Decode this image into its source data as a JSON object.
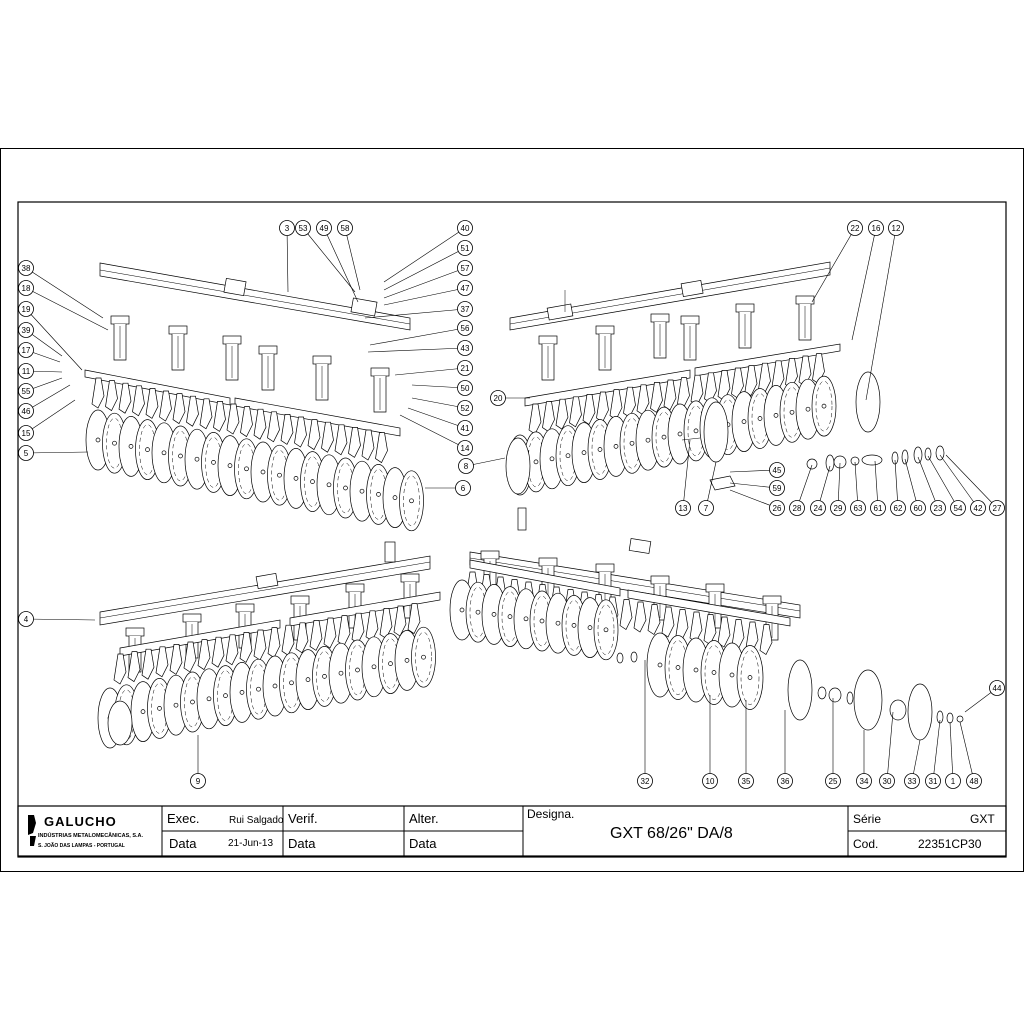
{
  "title_block": {
    "company_name": "GALUCHO",
    "company_line1": "INDÚSTRIAS METALOMECÂNICAS, S.A.",
    "company_line2": "S. JOÃO DAS LAMPAS - PORTUGAL",
    "exec_label": "Exec.",
    "exec_value": "Rui Salgado",
    "data_label_1": "Data",
    "data_value_1": "21-Jun-13",
    "verif_label": "Verif.",
    "data_label_2": "Data",
    "alter_label": "Alter.",
    "data_label_3": "Data",
    "designa_label": "Designa.",
    "designation": "GXT 68/26\" DA/8",
    "serie_label": "Série",
    "serie_value": "GXT",
    "cod_label": "Cod.",
    "cod_value": "22351CP30"
  },
  "callouts": {
    "c3": "3",
    "c53": "53",
    "c49": "49",
    "c58": "58",
    "c40": "40",
    "c51": "51",
    "c57": "57",
    "c47": "47",
    "c37": "37",
    "c56": "56",
    "c43": "43",
    "c21a": "21",
    "c50": "50",
    "c52": "52",
    "c41": "41",
    "c14": "14",
    "c38": "38",
    "c18": "18",
    "c19": "19",
    "c39": "39",
    "c17": "17",
    "c11": "11",
    "c55": "55",
    "c46": "46",
    "c15": "15",
    "c5": "5",
    "c6": "6",
    "c22": "22",
    "c16": "16",
    "c12": "12",
    "c20": "20",
    "c8": "8",
    "c13": "13",
    "c7": "7",
    "c45": "45",
    "c59": "59",
    "c26": "26",
    "c28": "28",
    "c24": "24",
    "c29": "29",
    "c63": "63",
    "c61": "61",
    "c62": "62",
    "c60": "60",
    "c23": "23",
    "c54": "54",
    "c42": "42",
    "c27": "27",
    "c4": "4",
    "c9": "9",
    "c32": "32",
    "c10": "10",
    "c35": "35",
    "c36": "36",
    "c25": "25",
    "c34": "34",
    "c30": "30",
    "c33": "33",
    "c31": "31",
    "c1": "1",
    "c48": "48",
    "c44": "44"
  }
}
